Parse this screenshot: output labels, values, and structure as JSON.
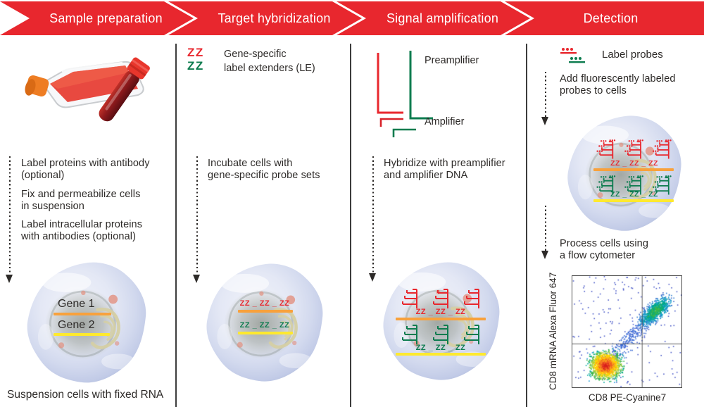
{
  "banner": {
    "color": "#e8272e",
    "steps": [
      {
        "label": "Sample preparation"
      },
      {
        "label": "Target hybridization"
      },
      {
        "label": "Signal amplification"
      },
      {
        "label": "Detection"
      }
    ]
  },
  "colors": {
    "red": "#e8272e",
    "green": "#0d7c4f",
    "orange_bar": "#f8a13c",
    "yellow_bar": "#ffe92e",
    "text": "#2d2a28"
  },
  "sample_preparation": {
    "steps": [
      "Label proteins with antibody\n(optional)",
      "Fix and permeabilize cells\nin suspension",
      "Label intracellular proteins\nwith antibodies (optional)"
    ],
    "gene1_label": "Gene 1",
    "gene2_label": "Gene 2",
    "caption": "Suspension cells with fixed RNA"
  },
  "target_hybridization": {
    "legend_symbol": "ZZ",
    "legend_label": "Gene-specific\nlabel extenders (LE)",
    "step": "Incubate cells with\ngene-specific probe sets",
    "cell_probe_row": "ZZ _ ZZ _ ZZ"
  },
  "signal_amplification": {
    "preamplifier_label": "Preamplifier",
    "amplifier_label": "Amplifier",
    "step": "Hybridize with preamplifier\nand amplifier DNA",
    "cell_probe_row": "ZZ _ ZZ _ ZZ"
  },
  "detection": {
    "legend_label": "Label probes",
    "step_add": "Add fluorescently labeled\nprobes to cells",
    "step_process": "Process cells using\na flow cytometer",
    "cell_probe_row": "ZZ _ ZZ _ ZZ"
  },
  "chart_data": {
    "type": "scatter",
    "subtype": "flow-cytometry-pseudocolor-density",
    "title": "",
    "xlabel": "CD8 PE-Cyanine7",
    "ylabel": "CD8 mRNA Alexa Fluor 647",
    "x_tick_labels": [],
    "y_tick_labels": [],
    "grid": false,
    "legend": "none",
    "quadrant_gate_frac": {
      "x": 0.64,
      "y": 0.61
    },
    "background_dots": 170,
    "populations": [
      {
        "name": "transitional diagonal events",
        "from_frac": [
          0.34,
          0.76
        ],
        "to_frac": [
          0.7,
          0.36
        ],
        "sigma_frac": [
          0.05,
          0.05
        ],
        "n": 300,
        "core": "blue"
      },
      {
        "name": "CD8 double-positive cluster (upper right)",
        "center_frac": [
          0.76,
          0.31
        ],
        "sigma_frac": [
          0.13,
          0.055
        ],
        "tilt_deg": -42,
        "n": 850,
        "core": "green"
      },
      {
        "name": "CD8 double-negative cluster (lower left)",
        "center_frac": [
          0.3,
          0.8
        ],
        "sigma_frac": [
          0.105,
          0.092
        ],
        "n": 1600,
        "core": "red"
      }
    ]
  }
}
